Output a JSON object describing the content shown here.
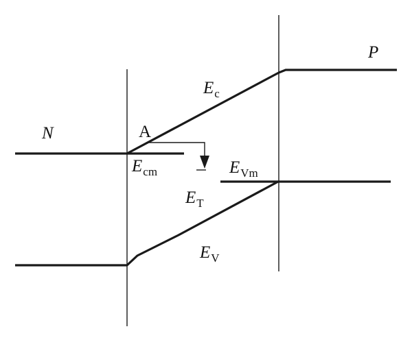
{
  "diagram": {
    "labels": {
      "n_region": "N",
      "p_region": "P",
      "point_a": "A",
      "ec": {
        "main": "E",
        "sub": "c"
      },
      "ecm": {
        "main": "E",
        "sub": "cm"
      },
      "evm": {
        "main": "E",
        "sub": "Vm"
      },
      "et": {
        "main": "E",
        "sub": "T"
      },
      "ev": {
        "main": "E",
        "sub": "V"
      }
    },
    "colors": {
      "line": "#1a1a1a",
      "text": "#111111",
      "background": "#ffffff"
    }
  }
}
